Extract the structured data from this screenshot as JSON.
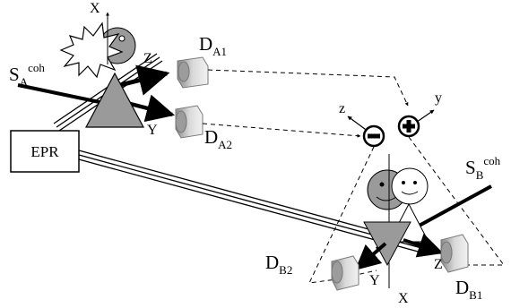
{
  "source_A": {
    "main": "S",
    "sub": "A",
    "sup": "coh"
  },
  "source_B": {
    "main": "S",
    "sub": "B",
    "sup": "coh"
  },
  "epr_label": "EPR",
  "detectors": {
    "DA1": {
      "main": "D",
      "sub": "A1"
    },
    "DA2": {
      "main": "D",
      "sub": "A2"
    },
    "DB1": {
      "main": "D",
      "sub": "B1"
    },
    "DB2": {
      "main": "D",
      "sub": "B2"
    }
  },
  "axes_A": {
    "x": "X",
    "y": "Y",
    "z": "Z"
  },
  "axes_B": {
    "x": "X",
    "y": "Y",
    "z": "Z"
  },
  "axes_center": {
    "y": "y",
    "z": "z"
  },
  "signs": {
    "minus": "−",
    "plus": "+"
  }
}
